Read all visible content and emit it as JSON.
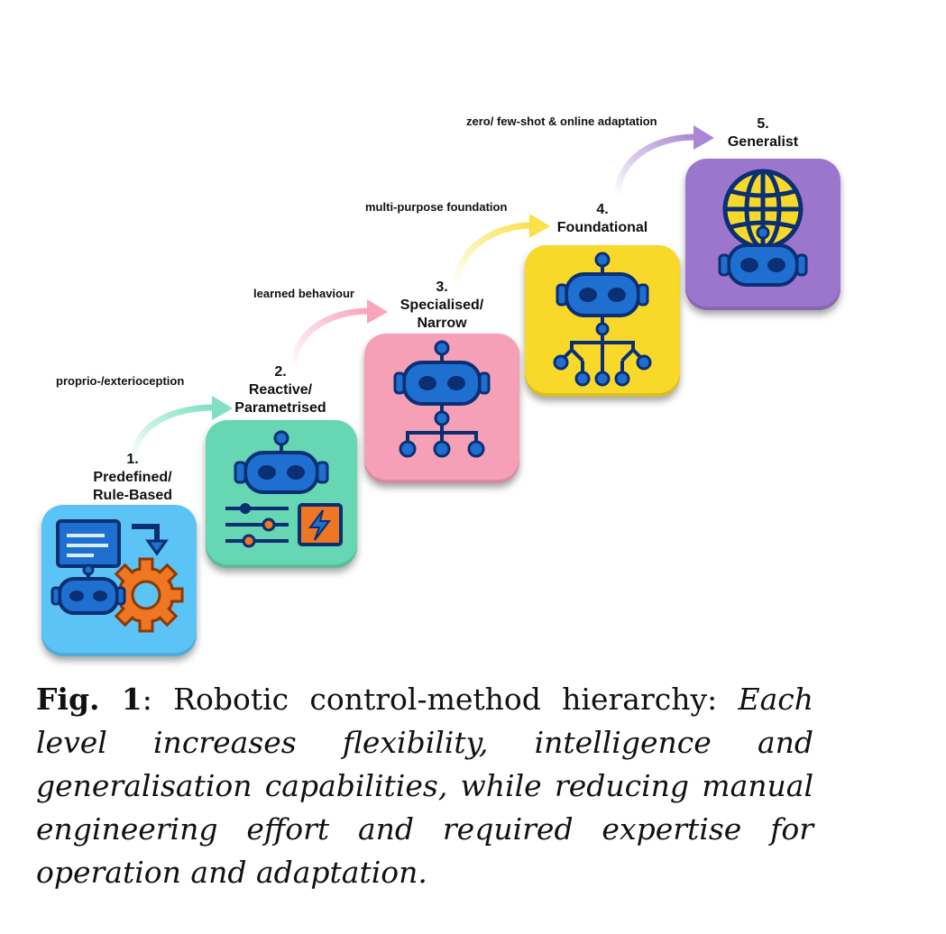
{
  "colors": {
    "level1": "#5bc3f5",
    "level2": "#66d6b3",
    "level3": "#f6a0b8",
    "level4": "#f8d92a",
    "level5": "#9b76cc",
    "robot": "#1f6fd1",
    "robot_outline": "#0a2f73",
    "accent": "#ef7622"
  },
  "levels": [
    {
      "number": "1.",
      "line1": "Predefined/",
      "line2": "Rule-Based",
      "icon": "rule-based-robot-gear-icon"
    },
    {
      "number": "2.",
      "line1": "Reactive/",
      "line2": "Parametrised",
      "icon": "reactive-robot-sliders-icon"
    },
    {
      "number": "3.",
      "line1": "Specialised/",
      "line2": "Narrow",
      "icon": "specialised-robot-tree-icon"
    },
    {
      "number": "4.",
      "line1": "Foundational",
      "line2": "",
      "icon": "foundational-robot-network-icon"
    },
    {
      "number": "5.",
      "line1": "Generalist",
      "line2": "",
      "icon": "generalist-robot-globe-icon"
    }
  ],
  "transitions": [
    {
      "label": "proprio-/exterioception"
    },
    {
      "label": "learned behaviour"
    },
    {
      "label": "multi-purpose foundation"
    },
    {
      "label": "zero/ few-shot & online adaptation"
    }
  ],
  "caption": {
    "fig_label": "Fig. 1",
    "title": ": Robotic control-method hierarchy: ",
    "body": "Each level increases flexibility, intelligence and generalisation capabilities, while reducing manual engineering effort and required expertise for operation and adaptation."
  }
}
